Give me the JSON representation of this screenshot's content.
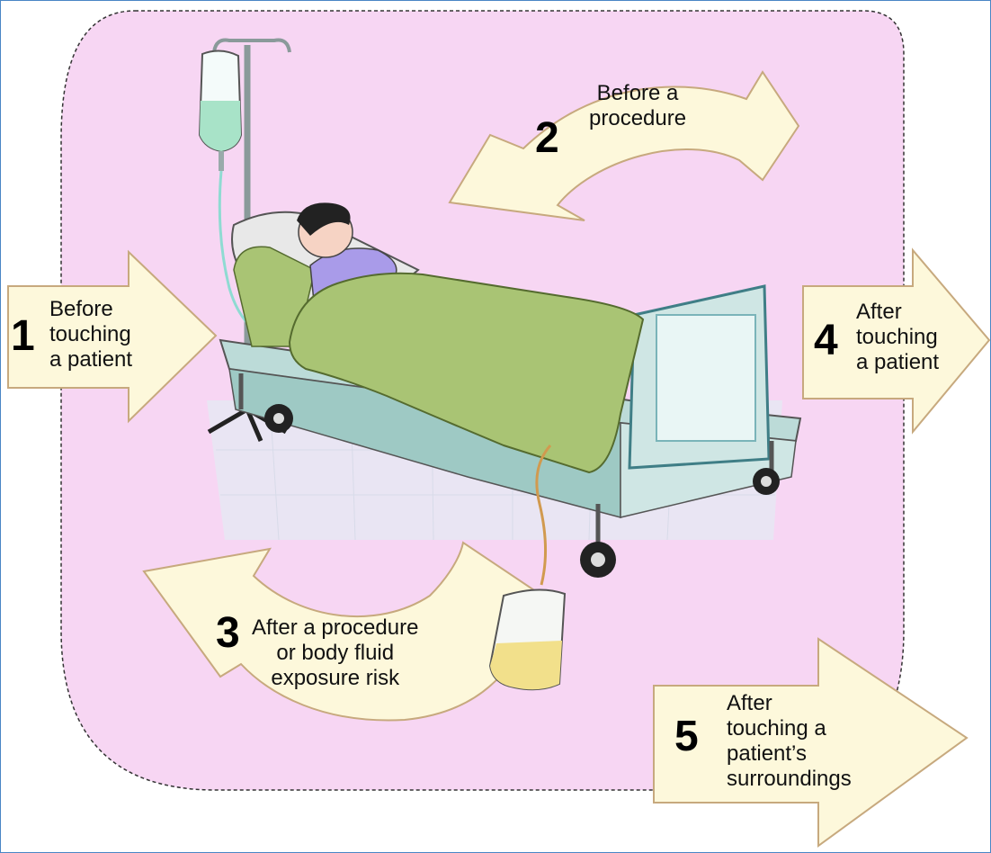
{
  "colors": {
    "zone_fill": "#f7d6f3",
    "zone_border": "#333333",
    "arrow_fill": "#fdf8db",
    "arrow_border": "#c7a97e",
    "blanket": "#a9c474",
    "bed_frame": "#cfe6e4",
    "iv_fluid": "#a8e3c8",
    "urine": "#f2e08b",
    "shirt": "#a99be9"
  },
  "moments": [
    {
      "number": "1",
      "label": "Before\ntouching\na patient"
    },
    {
      "number": "2",
      "label": "Before a\nprocedure"
    },
    {
      "number": "3",
      "label": "After a procedure\nor body fluid\nexposure risk"
    },
    {
      "number": "4",
      "label": "After\ntouching\na patient"
    },
    {
      "number": "5",
      "label": "After\ntouching a\npatient’s\nsurroundings"
    }
  ]
}
